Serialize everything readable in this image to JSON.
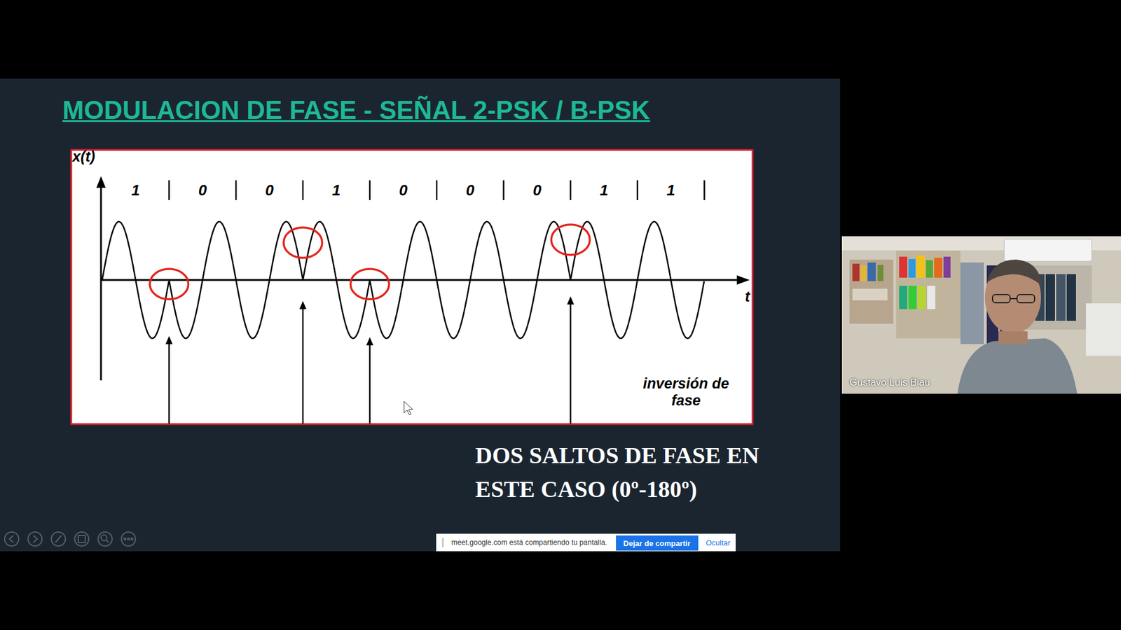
{
  "diagram": {
    "title": "MODULACION DE FASE - SEÑAL 2-PSK / B-PSK",
    "caption": "DOS SALTOS DE FASE EN ESTE CASO (0º-180º)",
    "labels": [
      "x(t)",
      "1",
      "0",
      "0",
      "1",
      "0",
      "0",
      "0",
      "1",
      "1",
      "t",
      "inversión de fase",
      "Gustavo Luis Biau",
      "meet.google.com está compartiendo tu pantalla.",
      "Dejar de compartir",
      "Ocultar"
    ]
  }
}
